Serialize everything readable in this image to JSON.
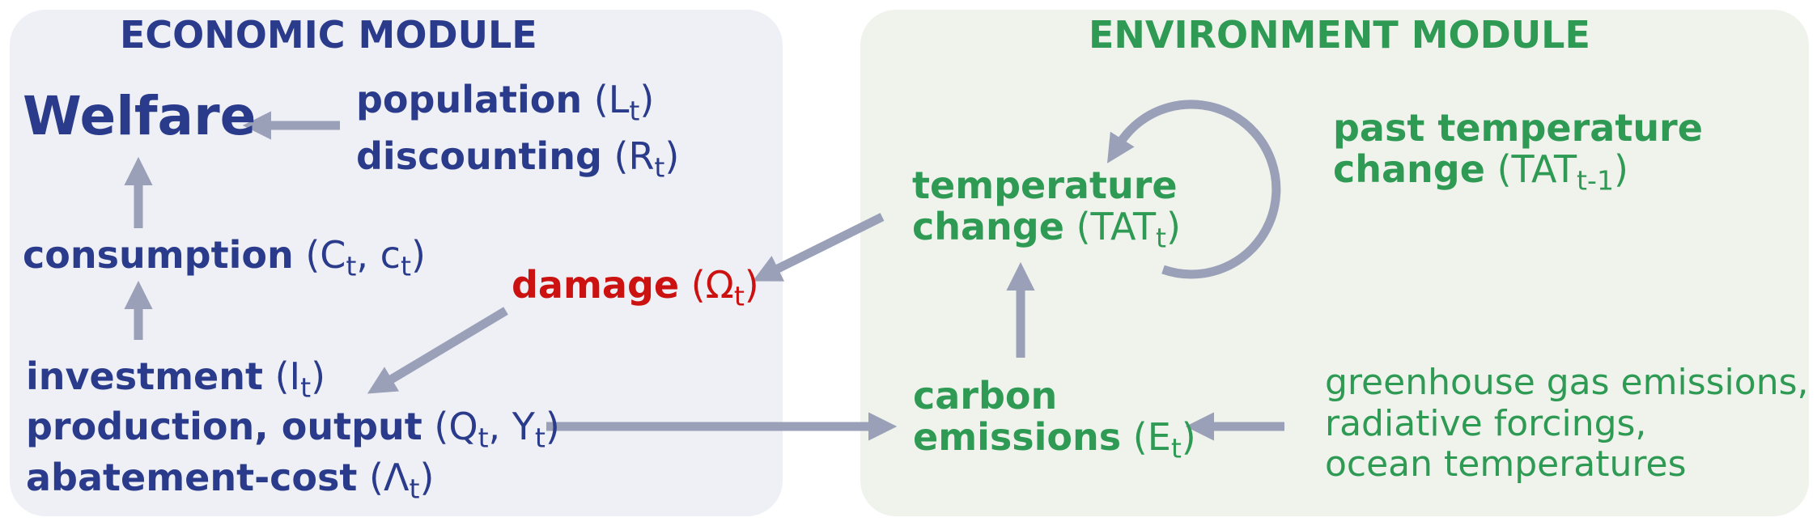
{
  "economic_module": {
    "title": "ECONOMIC MODULE",
    "welfare": "Welfare",
    "population": {
      "label": "population",
      "sym": "L",
      "sub": "t"
    },
    "discounting": {
      "label": "discounting",
      "sym": "R",
      "sub": "t"
    },
    "consumption": {
      "label": "consumption",
      "sym1": "C",
      "sub1": "t",
      "sym2": "c",
      "sub2": "t"
    },
    "damage": {
      "label": "damage",
      "sym": "Ω",
      "sub": "t"
    },
    "investment": {
      "label": "investment",
      "sym": "I",
      "sub": "t"
    },
    "production": {
      "label": "production, output",
      "sym1": "Q",
      "sub1": "t",
      "sym2": "Y",
      "sub2": "t"
    },
    "abatement": {
      "label": "abatement-cost",
      "sym": "Λ",
      "sub": "t"
    }
  },
  "environment_module": {
    "title": "ENVIRONMENT MODULE",
    "temperature": {
      "line1": "temperature",
      "line2": "change",
      "sym": "TAT",
      "sub": "t"
    },
    "past_temperature": {
      "line1": "past temperature",
      "line2": "change",
      "sym": "TAT",
      "sub": "t-1"
    },
    "carbon": {
      "line1": "carbon",
      "line2": "emissions",
      "sym": "E",
      "sub": "t"
    },
    "drivers": [
      "greenhouse gas emissions,",
      "radiative forcings,",
      "ocean temperatures"
    ]
  },
  "colors": {
    "economic": "#2a3b8c",
    "environment": "#2e9a54",
    "damage": "#cc1111",
    "arrow": "#9aa0b8"
  }
}
